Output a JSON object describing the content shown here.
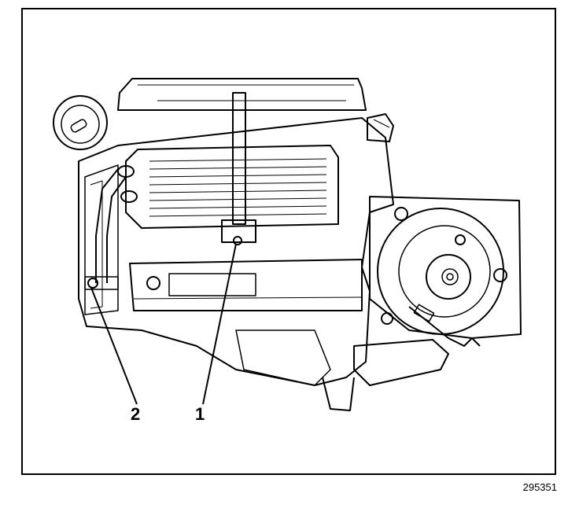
{
  "callouts": [
    {
      "id": "1",
      "label": "1"
    },
    {
      "id": "2",
      "label": "2"
    }
  ],
  "figure_number": "295351",
  "colors": {
    "ink": "#000000",
    "paper": "#ffffff"
  }
}
